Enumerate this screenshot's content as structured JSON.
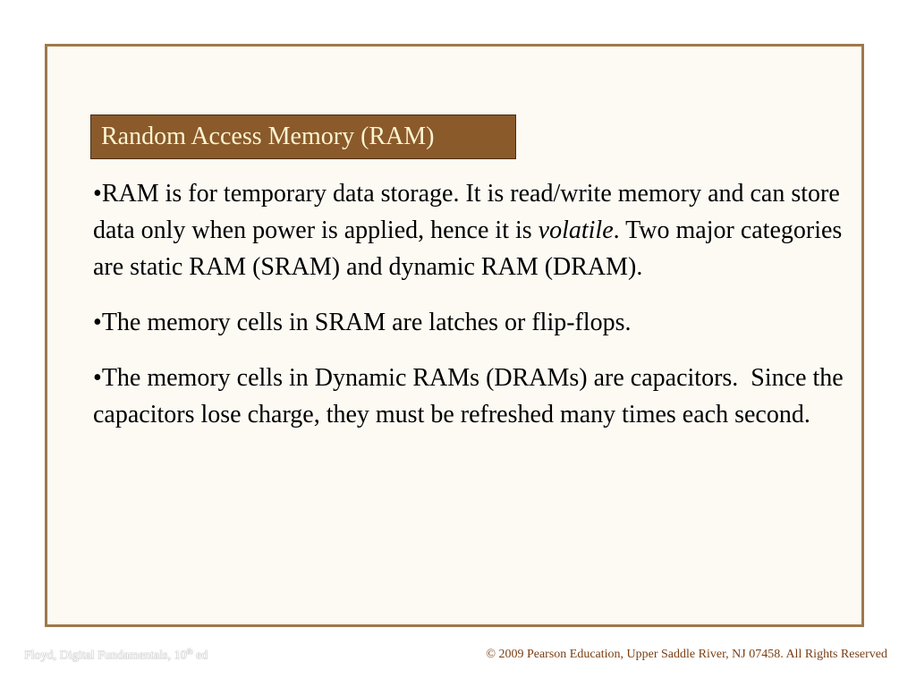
{
  "slide": {
    "title": "Random Access Memory (RAM)",
    "bullets": [
      {
        "marker": "•",
        "text_before": "RAM is for temporary data storage. It is read/write memory and can store data only when power is applied, hence it is ",
        "emphasis": "volatile",
        "text_after": ". Two major categories are static RAM (SRAM) and dynamic RAM (DRAM)."
      },
      {
        "marker": "•",
        "text": "The memory cells in SRAM are latches or flip-flops."
      },
      {
        "marker": "•",
        "text": "The memory cells in Dynamic RAMs (DRAMs) are capacitors.  Since the capacitors lose charge, they must be refreshed many times each second."
      }
    ]
  },
  "footer": {
    "left_prefix": "Floyd, Digital Fundamentals, 10",
    "left_sup": "th",
    "left_suffix": " ed",
    "right": "© 2009 Pearson Education, Upper Saddle River, NJ 07458. All Rights Reserved"
  },
  "colors": {
    "frame": "#a0784a",
    "title_bg": "#8a5a2b",
    "title_text": "#fbf3d0",
    "footer_right": "#7a3e12"
  }
}
